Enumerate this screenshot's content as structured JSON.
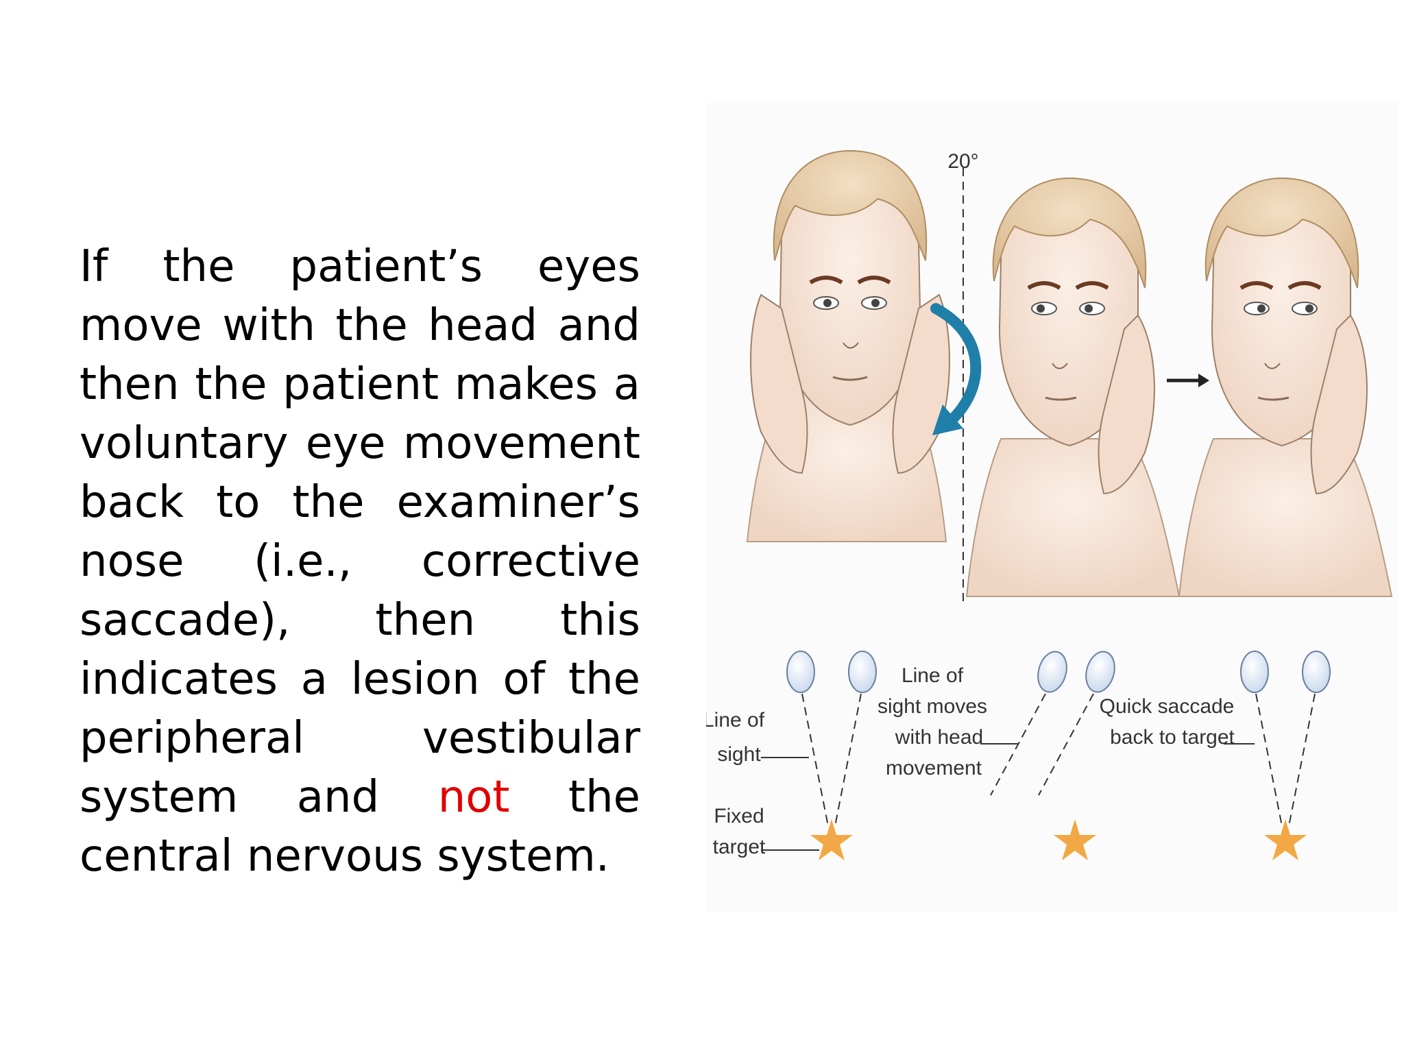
{
  "slide": {
    "paragraph": {
      "before": "If the patient’s eyes move with the head and then the patient makes a voluntary eye movement back to the examiner’s nose (i.e., corrective saccade), then this indicates a lesion of the peripheral vestibular system and ",
      "highlight": "not",
      "after": " the central nervous system."
    },
    "highlight_color": "#e00000"
  },
  "figure": {
    "angle_label": "20°",
    "labels": {
      "line_of_sight_1": "Line of",
      "line_of_sight_2": "sight",
      "fixed_target_1": "Fixed",
      "fixed_target_2": "target",
      "moves_1": "Line of",
      "moves_2": "sight moves",
      "moves_3": "with head",
      "moves_4": "movement",
      "saccade_1": "Quick saccade",
      "saccade_2": "back to target"
    },
    "colors": {
      "skin": "#f6e4d6",
      "hair": "#e8cfae",
      "arrow": "#1f7fa8",
      "eye": "#dfe9f6",
      "star": "#f2a844"
    }
  }
}
